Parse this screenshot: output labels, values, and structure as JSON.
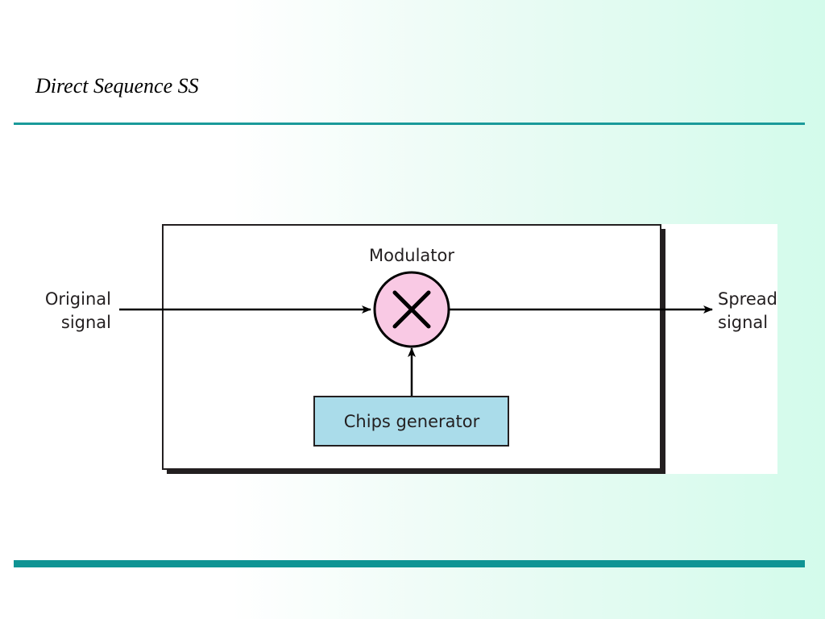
{
  "slide": {
    "title": "Direct Sequence SS"
  },
  "diagram": {
    "input_label": {
      "line1": "Original",
      "line2": "signal"
    },
    "output_label": {
      "line1": "Spread",
      "line2": "signal"
    },
    "modulator_label": "Modulator",
    "chips_generator_label": "Chips generator",
    "colors": {
      "modulator_fill": "#f9c9e4",
      "chips_generator_fill": "#aadcea",
      "accent_rule": "#1a9a9a"
    }
  }
}
